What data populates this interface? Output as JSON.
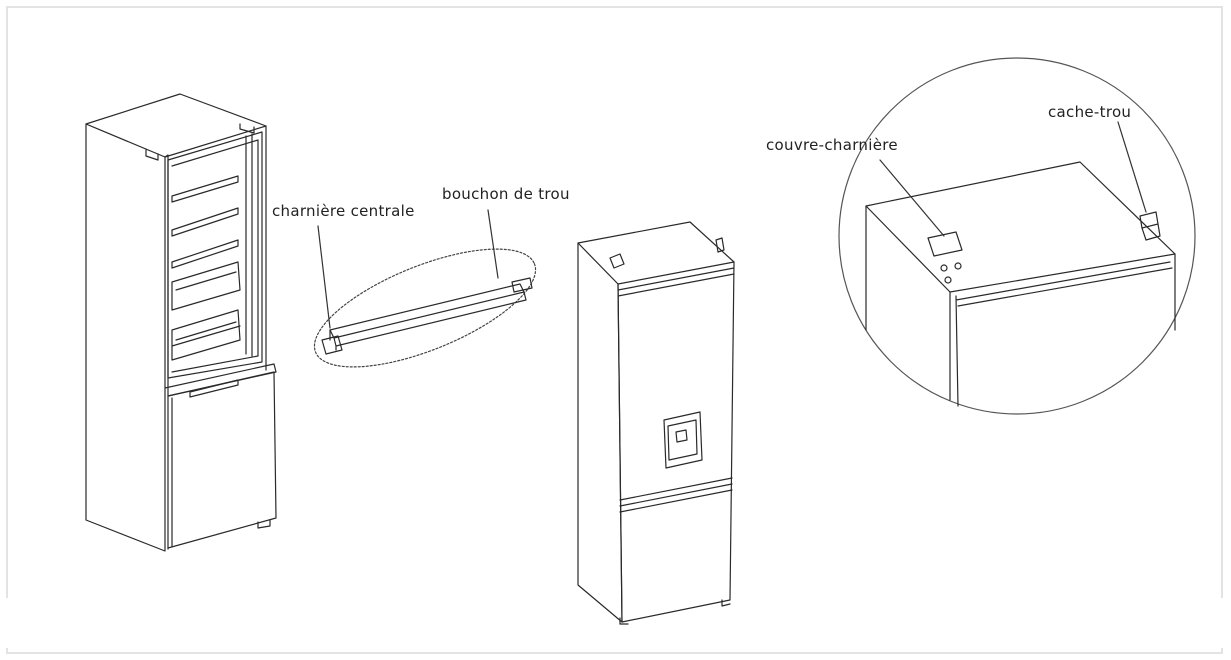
{
  "labels": {
    "central_hinge": "charnière centrale",
    "hole_plug": "bouchon de trou",
    "hinge_cover": "couvre-charnière",
    "hole_cover": "cache-trou"
  },
  "colors": {
    "line": "#2a2a2a",
    "frame": "#e3e3e3",
    "background": "#ffffff"
  }
}
